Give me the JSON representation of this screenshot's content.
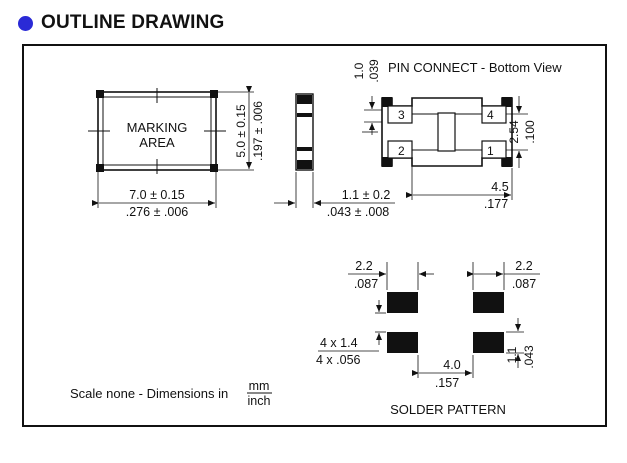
{
  "header": {
    "title": "OUTLINE DRAWING",
    "accent_color": "#2a2ad6"
  },
  "top_view": {
    "label_line1": "MARKING",
    "label_line2": "AREA",
    "width_mm": "7.0 ± 0.15",
    "width_in": ".276 ± .006",
    "height_mm": "5.0 ± 0.15",
    "height_in": ".197 ± .006"
  },
  "side_view": {
    "thickness_mm": "1.1 ± 0.2",
    "thickness_in": ".043 ± .008"
  },
  "pin_connect": {
    "title": "PIN CONNECT - Bottom View",
    "pad_gap_mm": "1.0",
    "pad_gap_in": ".039",
    "pitch_mm": "2.54",
    "pitch_in": ".100",
    "span_mm": "4.5",
    "span_in": ".177",
    "pins": [
      "3",
      "4",
      "2",
      "1"
    ]
  },
  "solder_pattern": {
    "title": "SOLDER PATTERN",
    "left_width_mm": "2.2",
    "left_width_in": ".087",
    "right_width_mm": "2.2",
    "right_width_in": ".087",
    "pad_size_mm": "4 x  1.4",
    "pad_size_in": "4 x .056",
    "gap_mm": "4.0",
    "gap_in": ".157",
    "pad_height_mm": "1.1",
    "pad_height_in": ".043"
  },
  "footer": {
    "scale_note": "Scale none - Dimensions in",
    "unit_top": "mm",
    "unit_bottom": "inch"
  }
}
